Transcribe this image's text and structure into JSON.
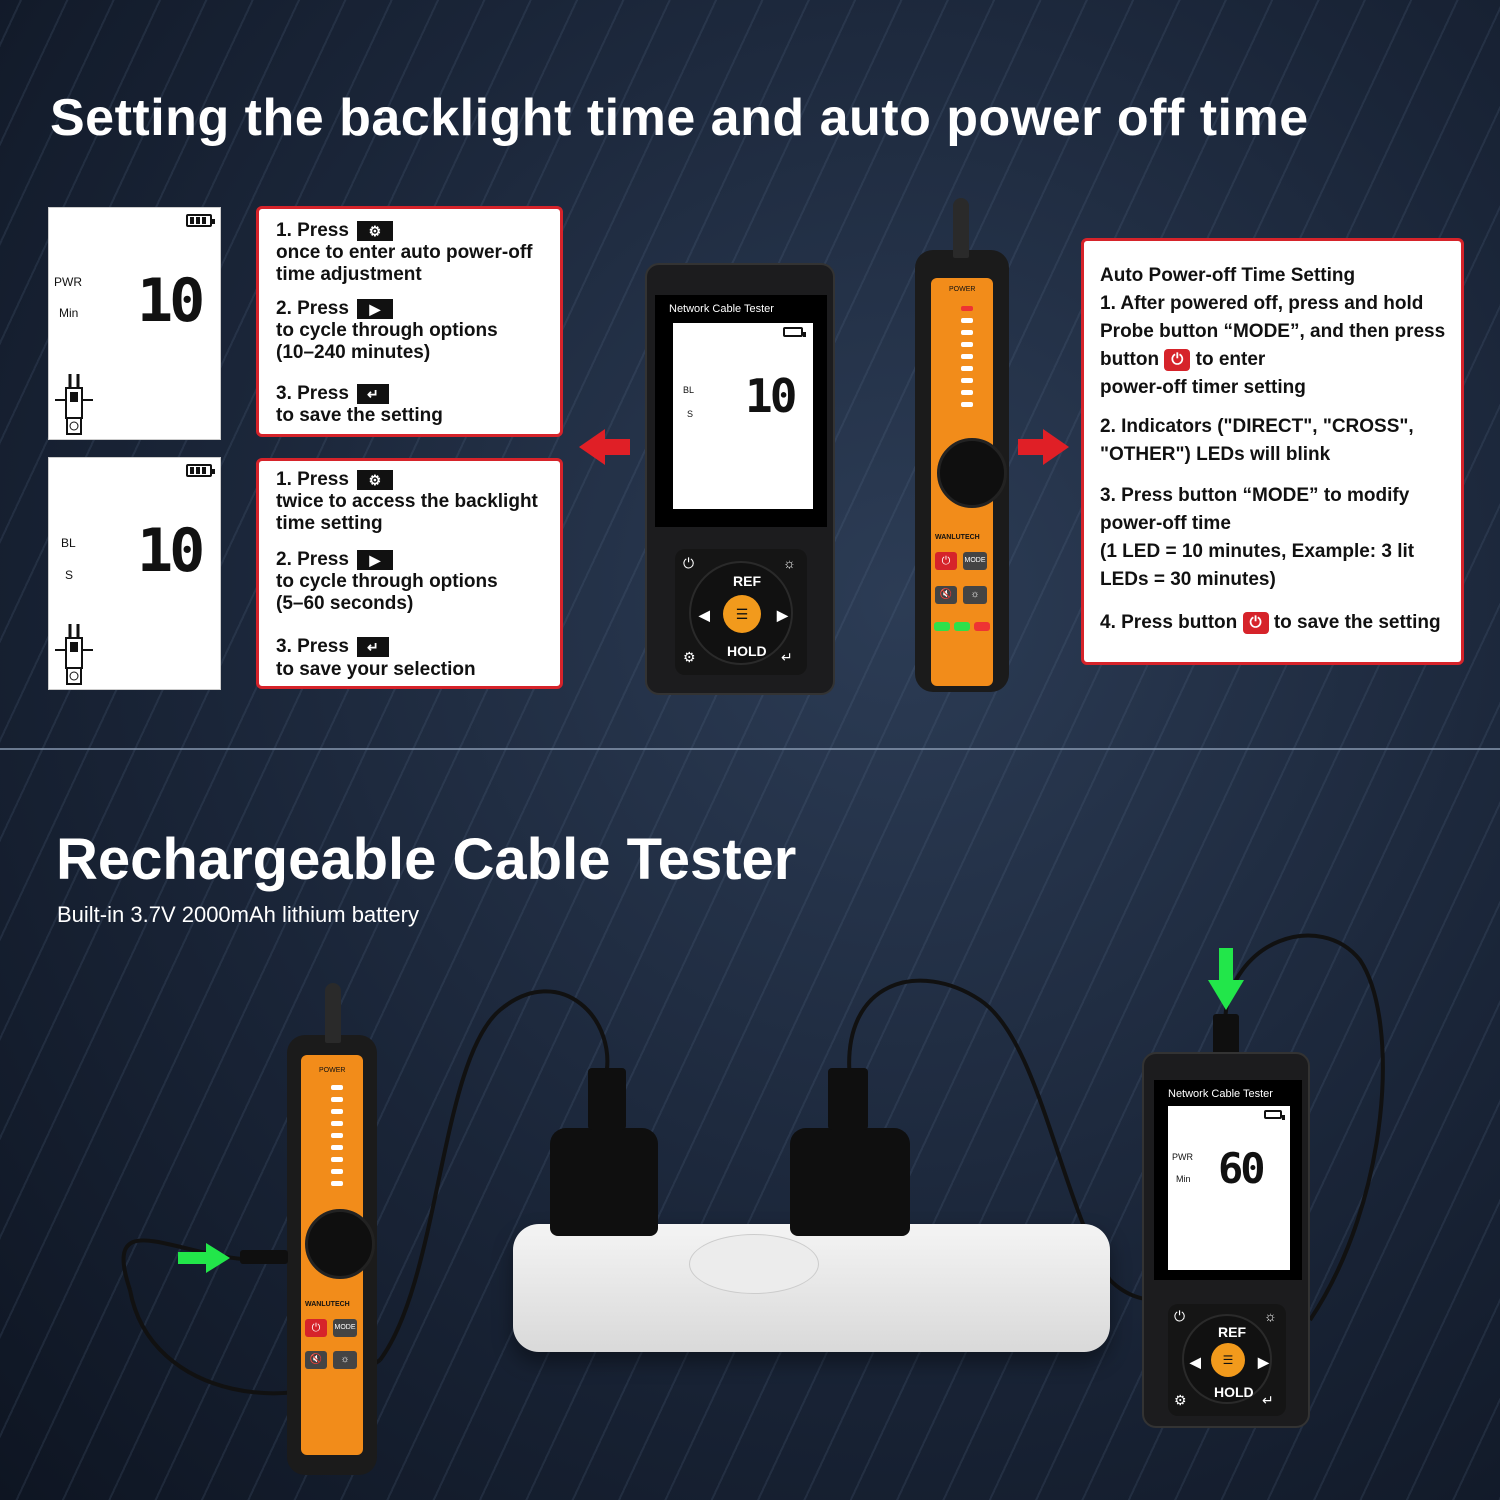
{
  "heading_top": "Setting the backlight time and auto power off time",
  "heading_bottom": "Rechargeable Cable Tester",
  "subheading": "Built-in 3.7V 2000mAh lithium battery",
  "lcd_pwr": {
    "label1": "PWR",
    "label2": "Min",
    "value": "10"
  },
  "lcd_bl": {
    "label1": "BL",
    "label2": "S",
    "value": "10"
  },
  "box_power": {
    "s1_a": "1. Press",
    "s1_b": "once to enter auto power-off",
    "s1_c": "time adjustment",
    "s2_a": "2. Press",
    "s2_b": "to cycle through options",
    "s2_c": "(10–240 minutes)",
    "s3_a": "3. Press",
    "s3_b": "to save the setting"
  },
  "box_backlight": {
    "s1_a": "1. Press",
    "s1_b": "twice to access the backlight",
    "s1_c": "time setting",
    "s2_a": "2. Press",
    "s2_b": "to cycle through options",
    "s2_c": "(5–60 seconds)",
    "s3_a": "3. Press",
    "s3_b": "to save your selection"
  },
  "box_auto": {
    "title": "Auto Power-off Time Setting",
    "p1_a": "1. After powered off, press and hold",
    "p1_b": "Probe button",
    "mode": "“MODE”",
    "p1_c": ", and then press",
    "p1_d": "button",
    "p1_e": "to enter",
    "p1_f": "power-off timer setting",
    "p2_a": "2. Indicators (\"DIRECT\", \"CROSS\",",
    "p2_b": "\"OTHER\") LEDs will blink",
    "p3_a": "3. Press button",
    "p3_b": "to modify",
    "p3_c": "power-off time",
    "p3_d": "(1 LED = 10 minutes, Example: 3 lit",
    "p3_e": "LEDs = 30 minutes)",
    "p4_a": "4. Press button",
    "p4_b": "to save the setting"
  },
  "tester_top": {
    "title": "Network Cable Tester",
    "l1": "BL",
    "l2": "S",
    "value": "10",
    "ref": "REF",
    "hold": "HOLD"
  },
  "tester_bottom": {
    "title": "Network Cable Tester",
    "l1": "PWR",
    "l2": "Min",
    "value": "60",
    "ref": "REF",
    "hold": "HOLD"
  },
  "probe": {
    "power": "POWER",
    "brand": "WANLUTECH",
    "mode": "MODE"
  },
  "icons": {
    "gear": "gear-icon",
    "play": "play-icon",
    "enter": "enter-icon",
    "power": "power-icon"
  },
  "colors": {
    "accent_red": "#d6232a",
    "probe_orange": "#f28c1a",
    "arrow_green": "#22e64a"
  }
}
